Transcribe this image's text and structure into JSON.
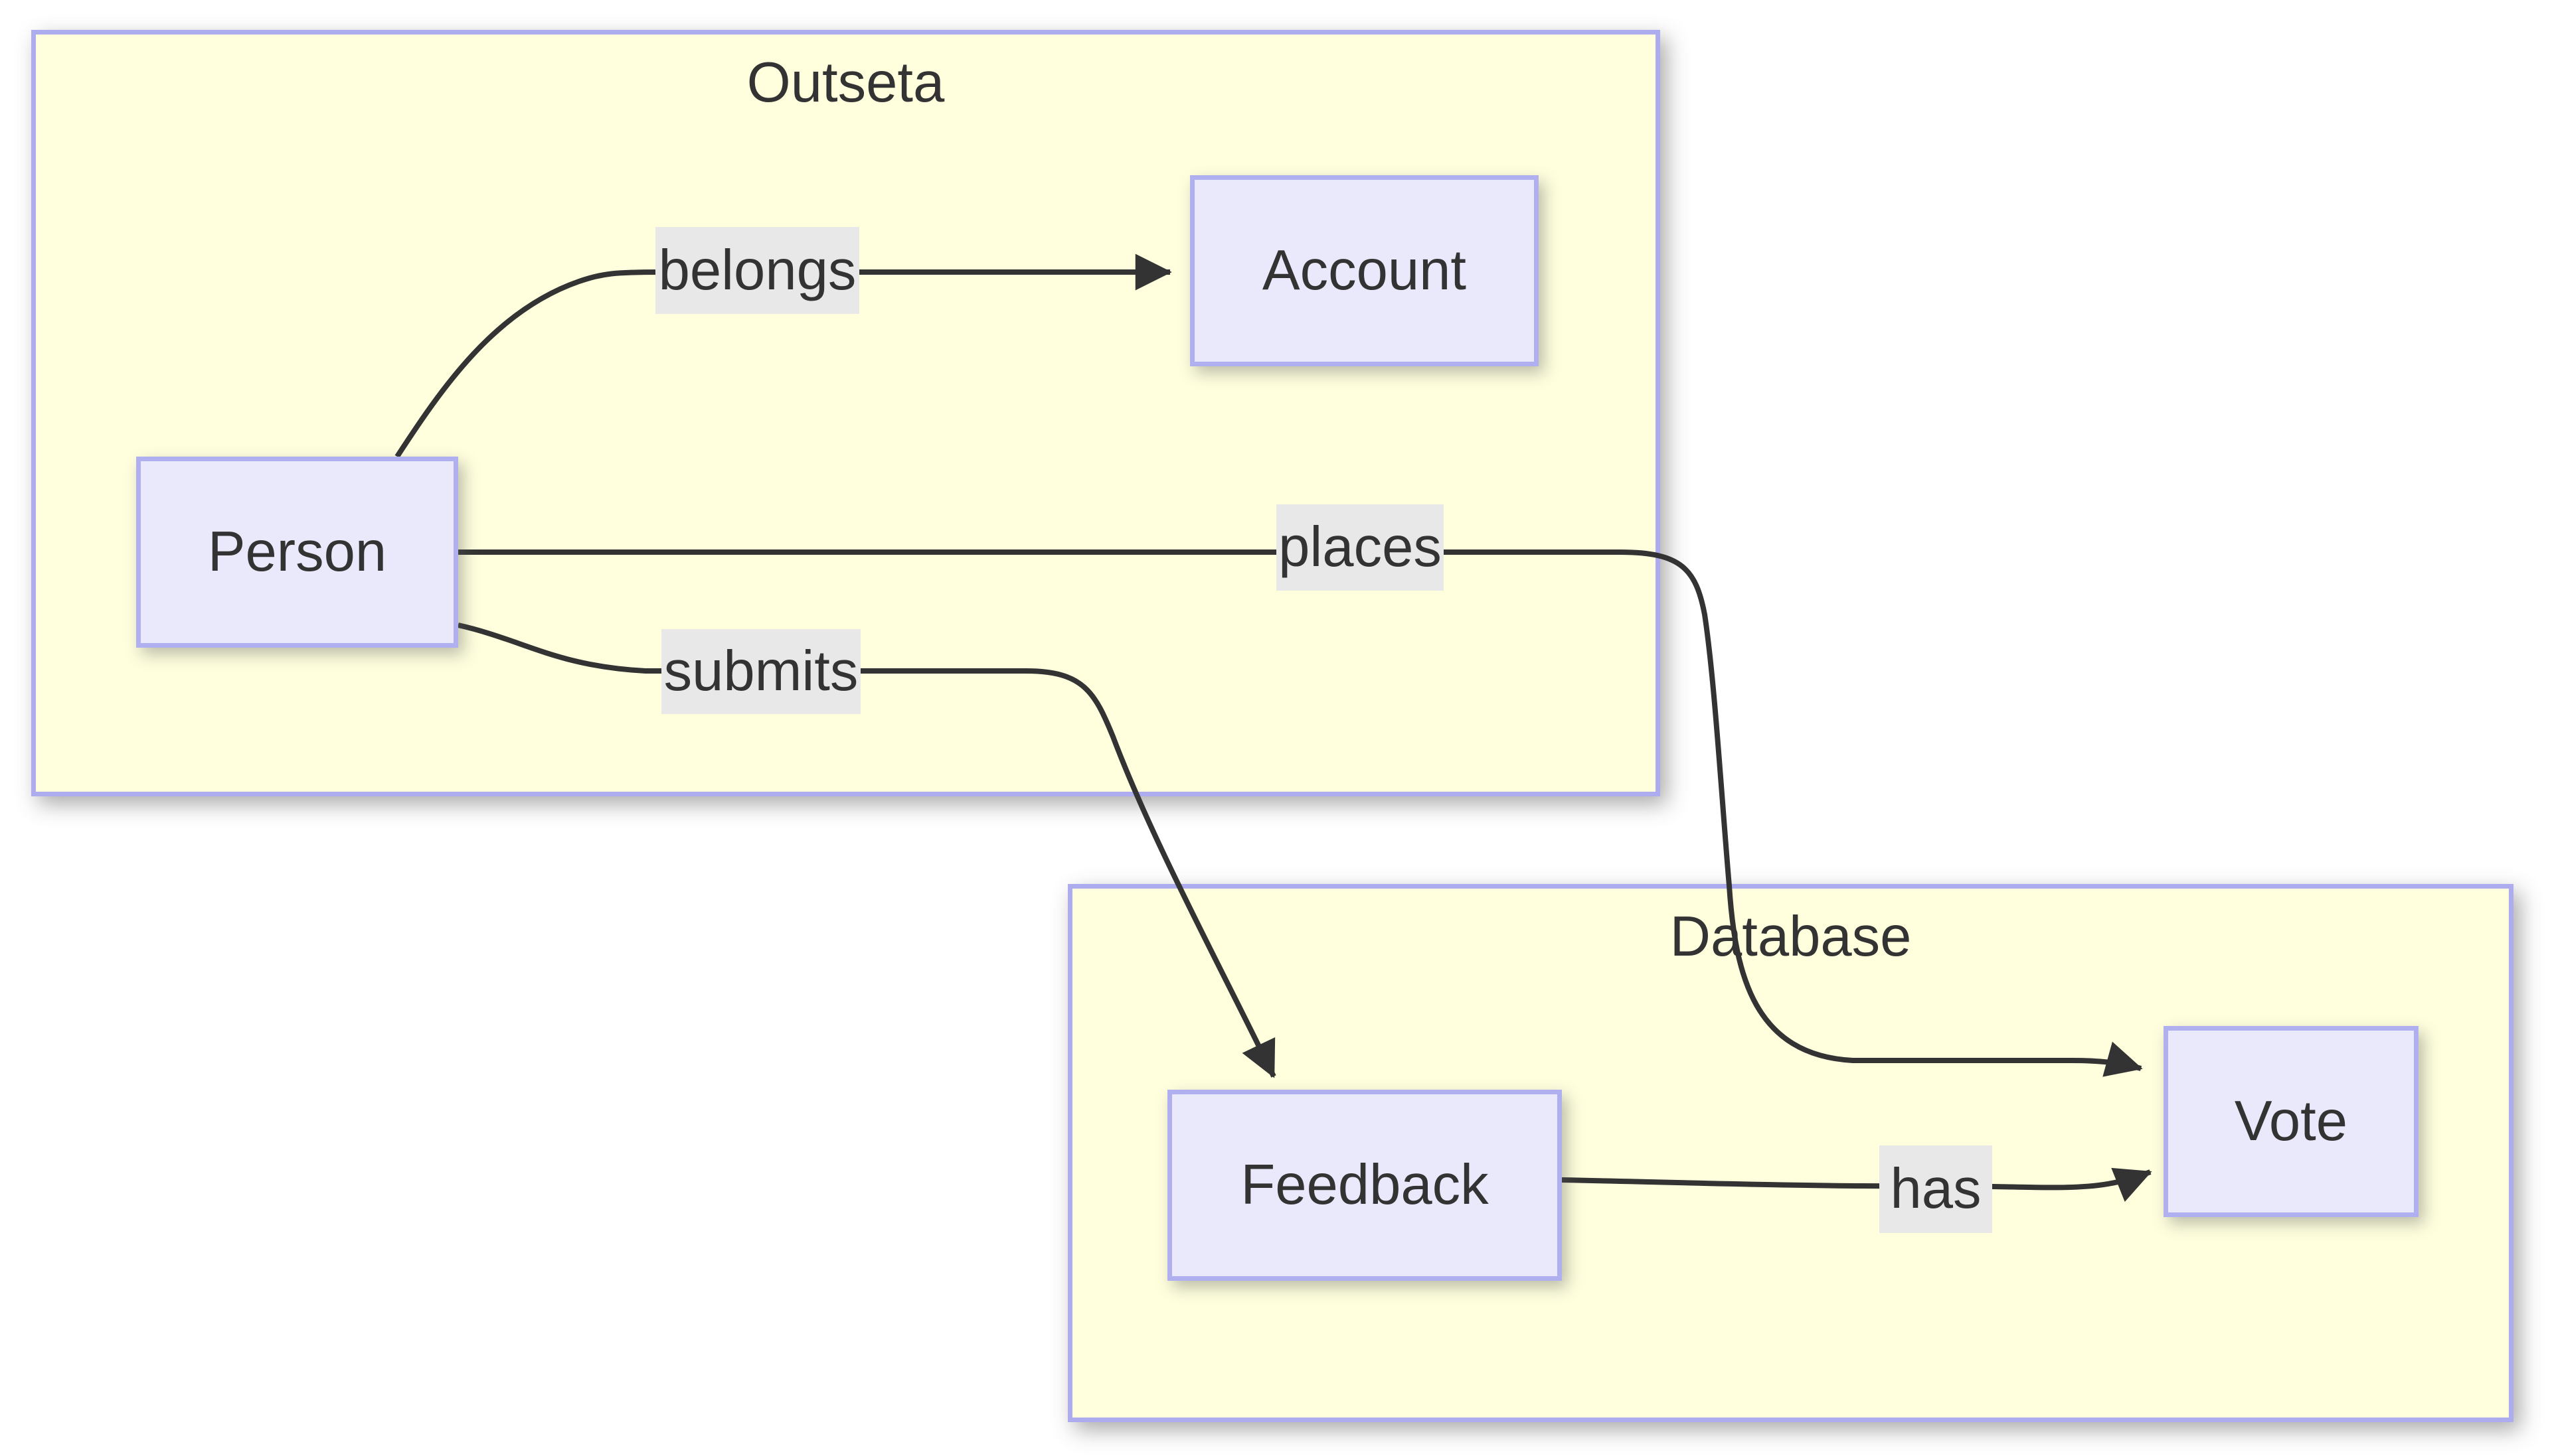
{
  "diagram": {
    "type": "flowchart",
    "clusters": [
      {
        "id": "outseta",
        "title": "Outseta"
      },
      {
        "id": "database",
        "title": "Database"
      }
    ],
    "nodes": [
      {
        "id": "person",
        "label": "Person",
        "cluster": "Outseta"
      },
      {
        "id": "account",
        "label": "Account",
        "cluster": "Outseta"
      },
      {
        "id": "feedback",
        "label": "Feedback",
        "cluster": "Database"
      },
      {
        "id": "vote",
        "label": "Vote",
        "cluster": "Database"
      }
    ],
    "edges": [
      {
        "label": "belongs",
        "from": "Person",
        "to": "Account"
      },
      {
        "label": "places",
        "from": "Person",
        "to": "Vote"
      },
      {
        "label": "submits",
        "from": "Person",
        "to": "Feedback"
      },
      {
        "label": "has",
        "from": "Feedback",
        "to": "Vote"
      }
    ],
    "colors": {
      "cluster_fill": "#ffffde",
      "cluster_border": "#acacee",
      "node_fill": "#e9e9fb",
      "node_border": "#b0b0f0",
      "edge_stroke": "#333333",
      "label_bg": "#e8e8e8",
      "text": "#333333",
      "page_bg": "#ffffff"
    }
  }
}
